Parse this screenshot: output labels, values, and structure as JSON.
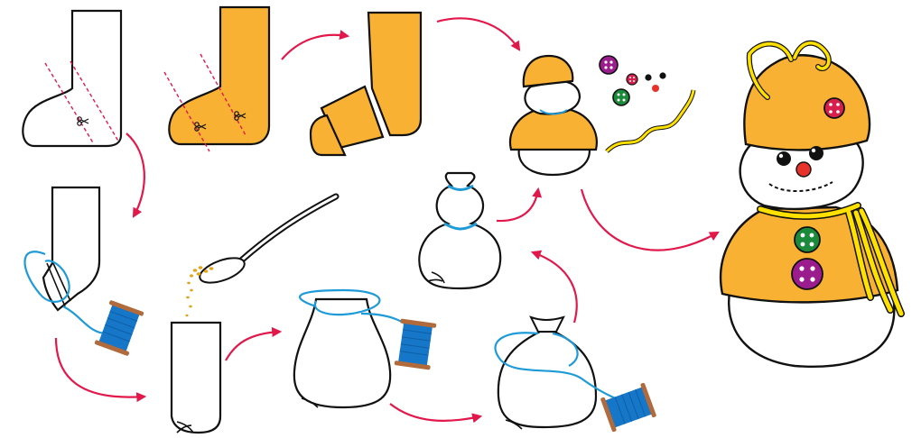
{
  "diagram": {
    "kind": "sock snowman craft instructions",
    "steps": [
      {
        "id": "white-sock-cut",
        "icon": "scissors-icon"
      },
      {
        "id": "orange-sock-cut",
        "icon": "scissors-icon"
      },
      {
        "id": "orange-sock-pieces"
      },
      {
        "id": "hat-and-sweater-fitting"
      },
      {
        "id": "decorations",
        "icon": "button-icon"
      },
      {
        "id": "white-sock-tied-bottom",
        "icon": "thread-spool-icon"
      },
      {
        "id": "spoon-filling",
        "icon": "spoon-icon"
      },
      {
        "id": "filled-sock"
      },
      {
        "id": "wrapping-thread",
        "icon": "thread-spool-icon"
      },
      {
        "id": "tied-top",
        "icon": "thread-spool-icon"
      },
      {
        "id": "snowman-shaped"
      },
      {
        "id": "finished-snowman"
      }
    ],
    "colors": {
      "orange": "#F8B132",
      "outline": "#111111",
      "arrow": "#E2184B",
      "thread": "#1E9BD7",
      "spool": "#1677C8",
      "spool_wood": "#B06A3B",
      "scarf": "#FFE100",
      "button_purple": "#9B1C8C",
      "button_green": "#1B8A3A",
      "button_red": "#D6204B",
      "nose": "#E8332D",
      "rice": "#E0A61E"
    }
  }
}
